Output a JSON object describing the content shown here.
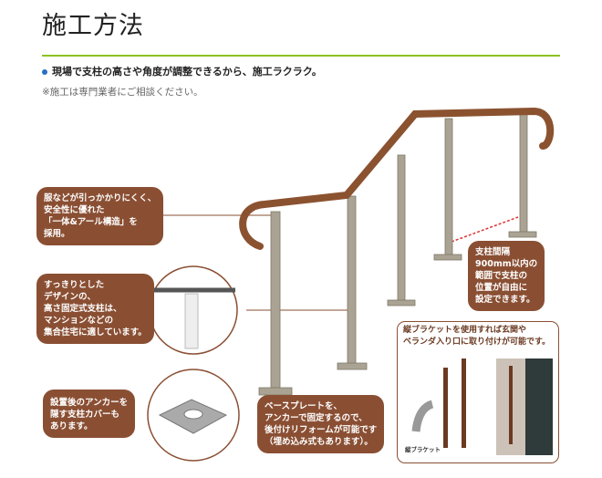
{
  "header": {
    "title": "施工方法"
  },
  "lead": "現場で支柱の高さや角度が調整できるから、施工ラクラク。",
  "note": "※施工は専門業者にご相談ください。",
  "callouts": {
    "sleeve": "服などが引っかかりにくく、\n安全性に優れた\n「一体&アール構造」を\n採用。",
    "fixed_post": "すっきりとした\nデザインの、\n高さ固定式支柱は、\nマンションなどの\n集合住宅に適しています。",
    "cover": "設置後のアンカーを\n隠す支柱カバーも\nあります。",
    "base_plate": "ベースプレートを、\nアンカーで固定するので、\n後付けリフォームが可能です\n（埋め込み式もあります）。",
    "spacing": "支柱間隔\n900mm以内の\n範囲で支柱の\n位置が自由に\n設定できます。"
  },
  "bracket": {
    "text": "縦ブラケットを使用すれば玄関や\nベランダ入り口に取り付けが可能です。",
    "label": "縦ブラケット"
  },
  "colors": {
    "accent": "#8dc21f",
    "callout": "#8a4f33",
    "handrail": "#8b5230",
    "post": "#a9a292"
  }
}
